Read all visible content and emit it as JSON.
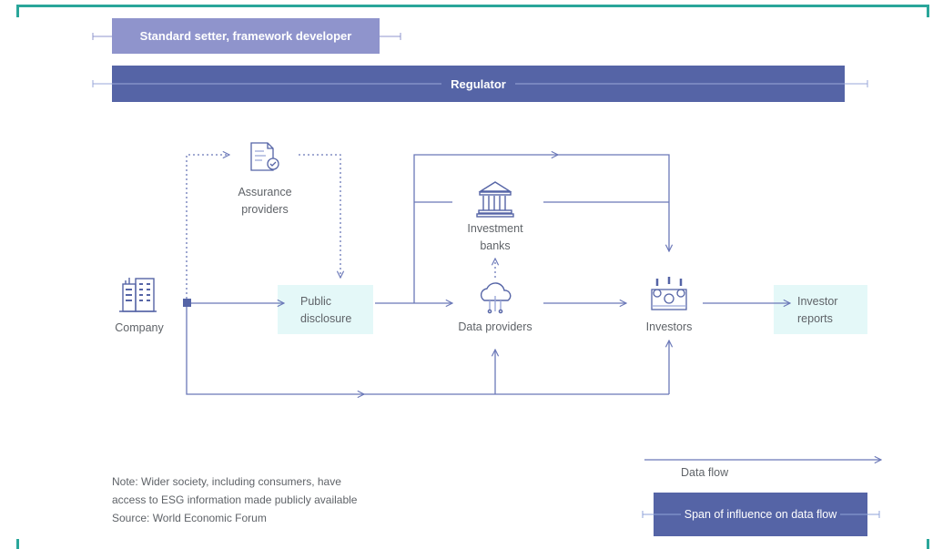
{
  "header": {
    "standard_setter": "Standard setter, framework developer",
    "regulator": "Regulator"
  },
  "nodes": {
    "company": "Company",
    "assurance": [
      "Assurance",
      "providers"
    ],
    "public_disclosure": [
      "Public",
      "disclosure"
    ],
    "investment_banks": [
      "Investment",
      "banks"
    ],
    "data_providers": "Data providers",
    "investors": "Investors",
    "investor_reports": [
      "Investor",
      "reports"
    ]
  },
  "legend": {
    "data_flow": "Data flow",
    "span_of_influence": "Span of influence on data flow"
  },
  "note": {
    "line1": "Note: Wider society, including consumers, have",
    "line2": "access to ESG information made publicly available",
    "line3": "Source: World Economic Forum"
  },
  "colors": {
    "frame": "#2aa69a",
    "standard_bar": "#8f94cc",
    "regulator_bar": "#5564a6",
    "flow_line": "#6b78b8",
    "highlight_box": "#e4f8f8"
  }
}
